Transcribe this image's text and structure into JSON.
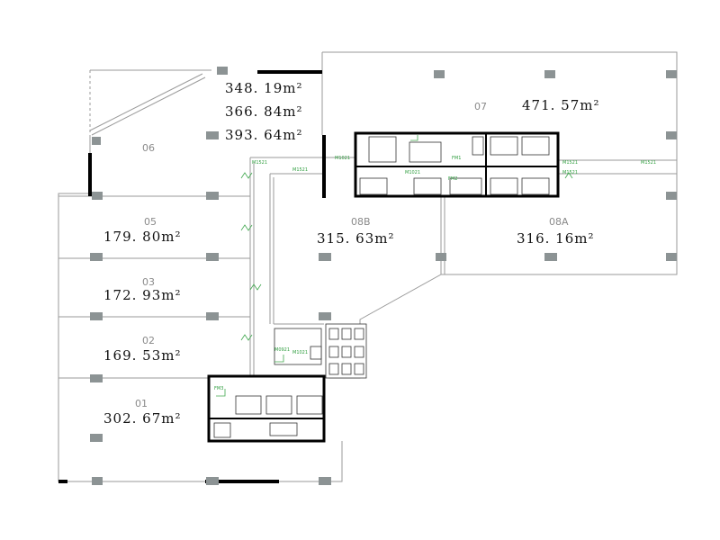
{
  "units": [
    {
      "id": "06",
      "area": ""
    },
    {
      "id": "07",
      "area": "471. 57m²"
    },
    {
      "id": "05",
      "area": "179. 80m²"
    },
    {
      "id": "03",
      "area": "172. 93m²"
    },
    {
      "id": "02",
      "area": "169. 53m²"
    },
    {
      "id": "01",
      "area": "302. 67m²"
    },
    {
      "id": "08B",
      "area": "315. 63m²"
    },
    {
      "id": "08A",
      "area": "316. 16m²"
    }
  ],
  "stacked_areas": [
    "348. 19m²",
    "366. 84m²",
    "393. 64m²"
  ],
  "door_tags": [
    "M1521",
    "M1521",
    "FM1",
    "M1021",
    "M1521",
    "M1521",
    "FM2",
    "M1021",
    "M1521",
    "FM3",
    "M0921",
    "M1021"
  ],
  "colors": {
    "wall": "#9a9a9a",
    "core": "#000000",
    "column": "#8c9394",
    "door": "#41a84f"
  }
}
